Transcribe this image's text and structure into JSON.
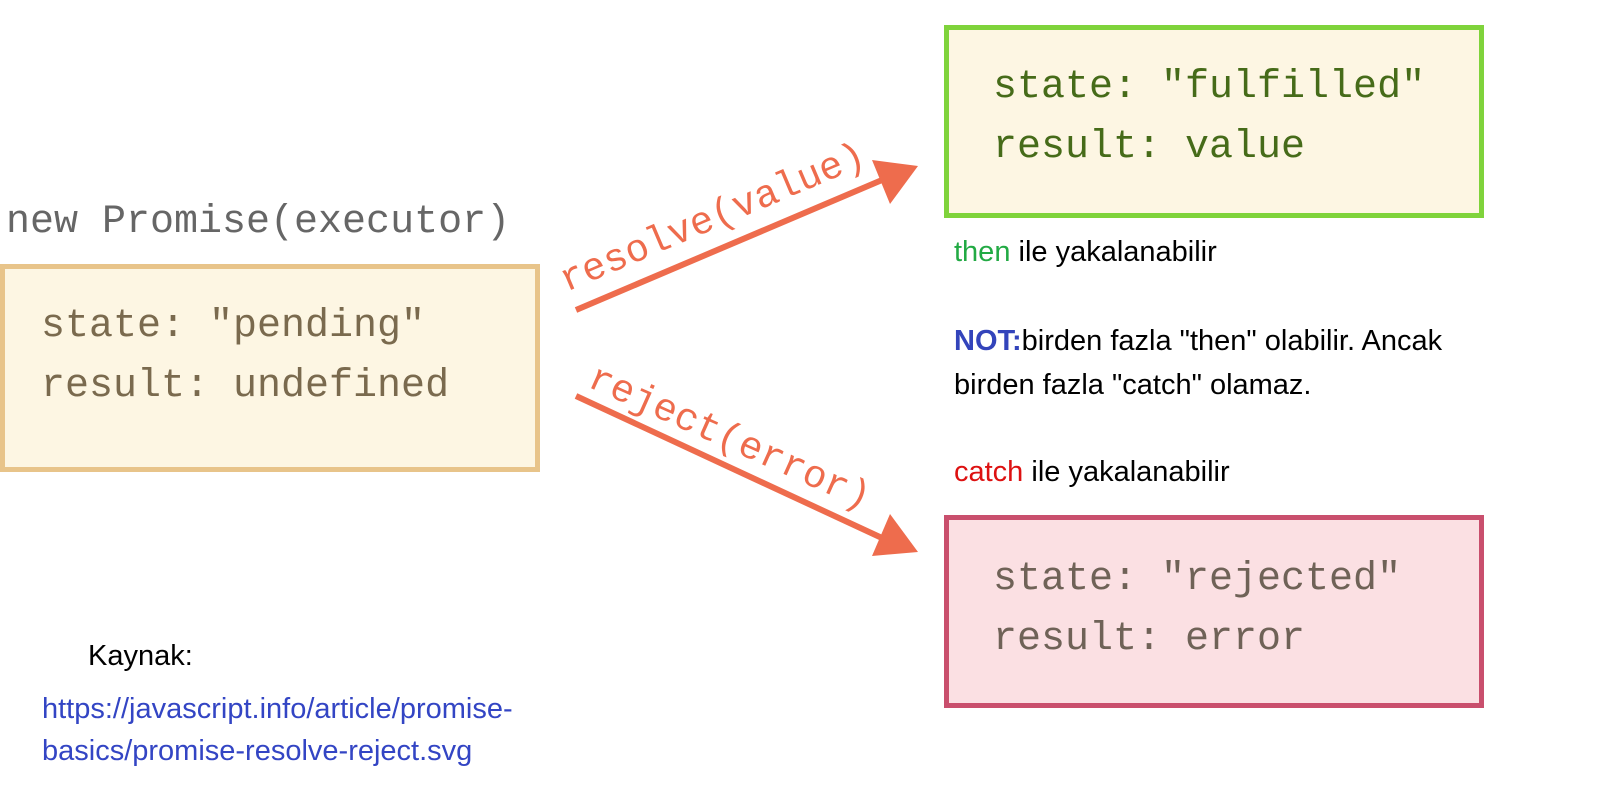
{
  "constructor_label": "new Promise(executor)",
  "pending_box": {
    "state_line": "state: \"pending\"",
    "result_line": "result: undefined"
  },
  "fulfilled_box": {
    "state_line": "state: \"fulfilled\"",
    "result_line": "result: value"
  },
  "rejected_box": {
    "state_line": "state: \"rejected\"",
    "result_line": "result: error"
  },
  "arrows": {
    "resolve_label": "resolve(value)",
    "reject_label": "reject(error)"
  },
  "notes": {
    "then_keyword": "then",
    "then_rest": " ile yakalanabilir",
    "not_keyword": "NOT:",
    "not_line1": "birden fazla \"then\" olabilir. Ancak",
    "not_line2": "birden fazla \"catch\" olamaz.",
    "catch_keyword": "catch",
    "catch_rest": " ile yakalanabilir"
  },
  "source": {
    "label": "Kaynak:",
    "link_text": "https://javascript.info/article/promise-basics/promise-resolve-reject.svg"
  },
  "colors": {
    "arrow": "#ee6c4d",
    "pending_border": "#e8c48a",
    "fulfilled_border": "#7fd33b",
    "rejected_border": "#c94f6d",
    "then_keyword": "#22aa44",
    "catch_keyword": "#dd1111",
    "not_keyword": "#3344bb",
    "link": "#3345c4"
  }
}
